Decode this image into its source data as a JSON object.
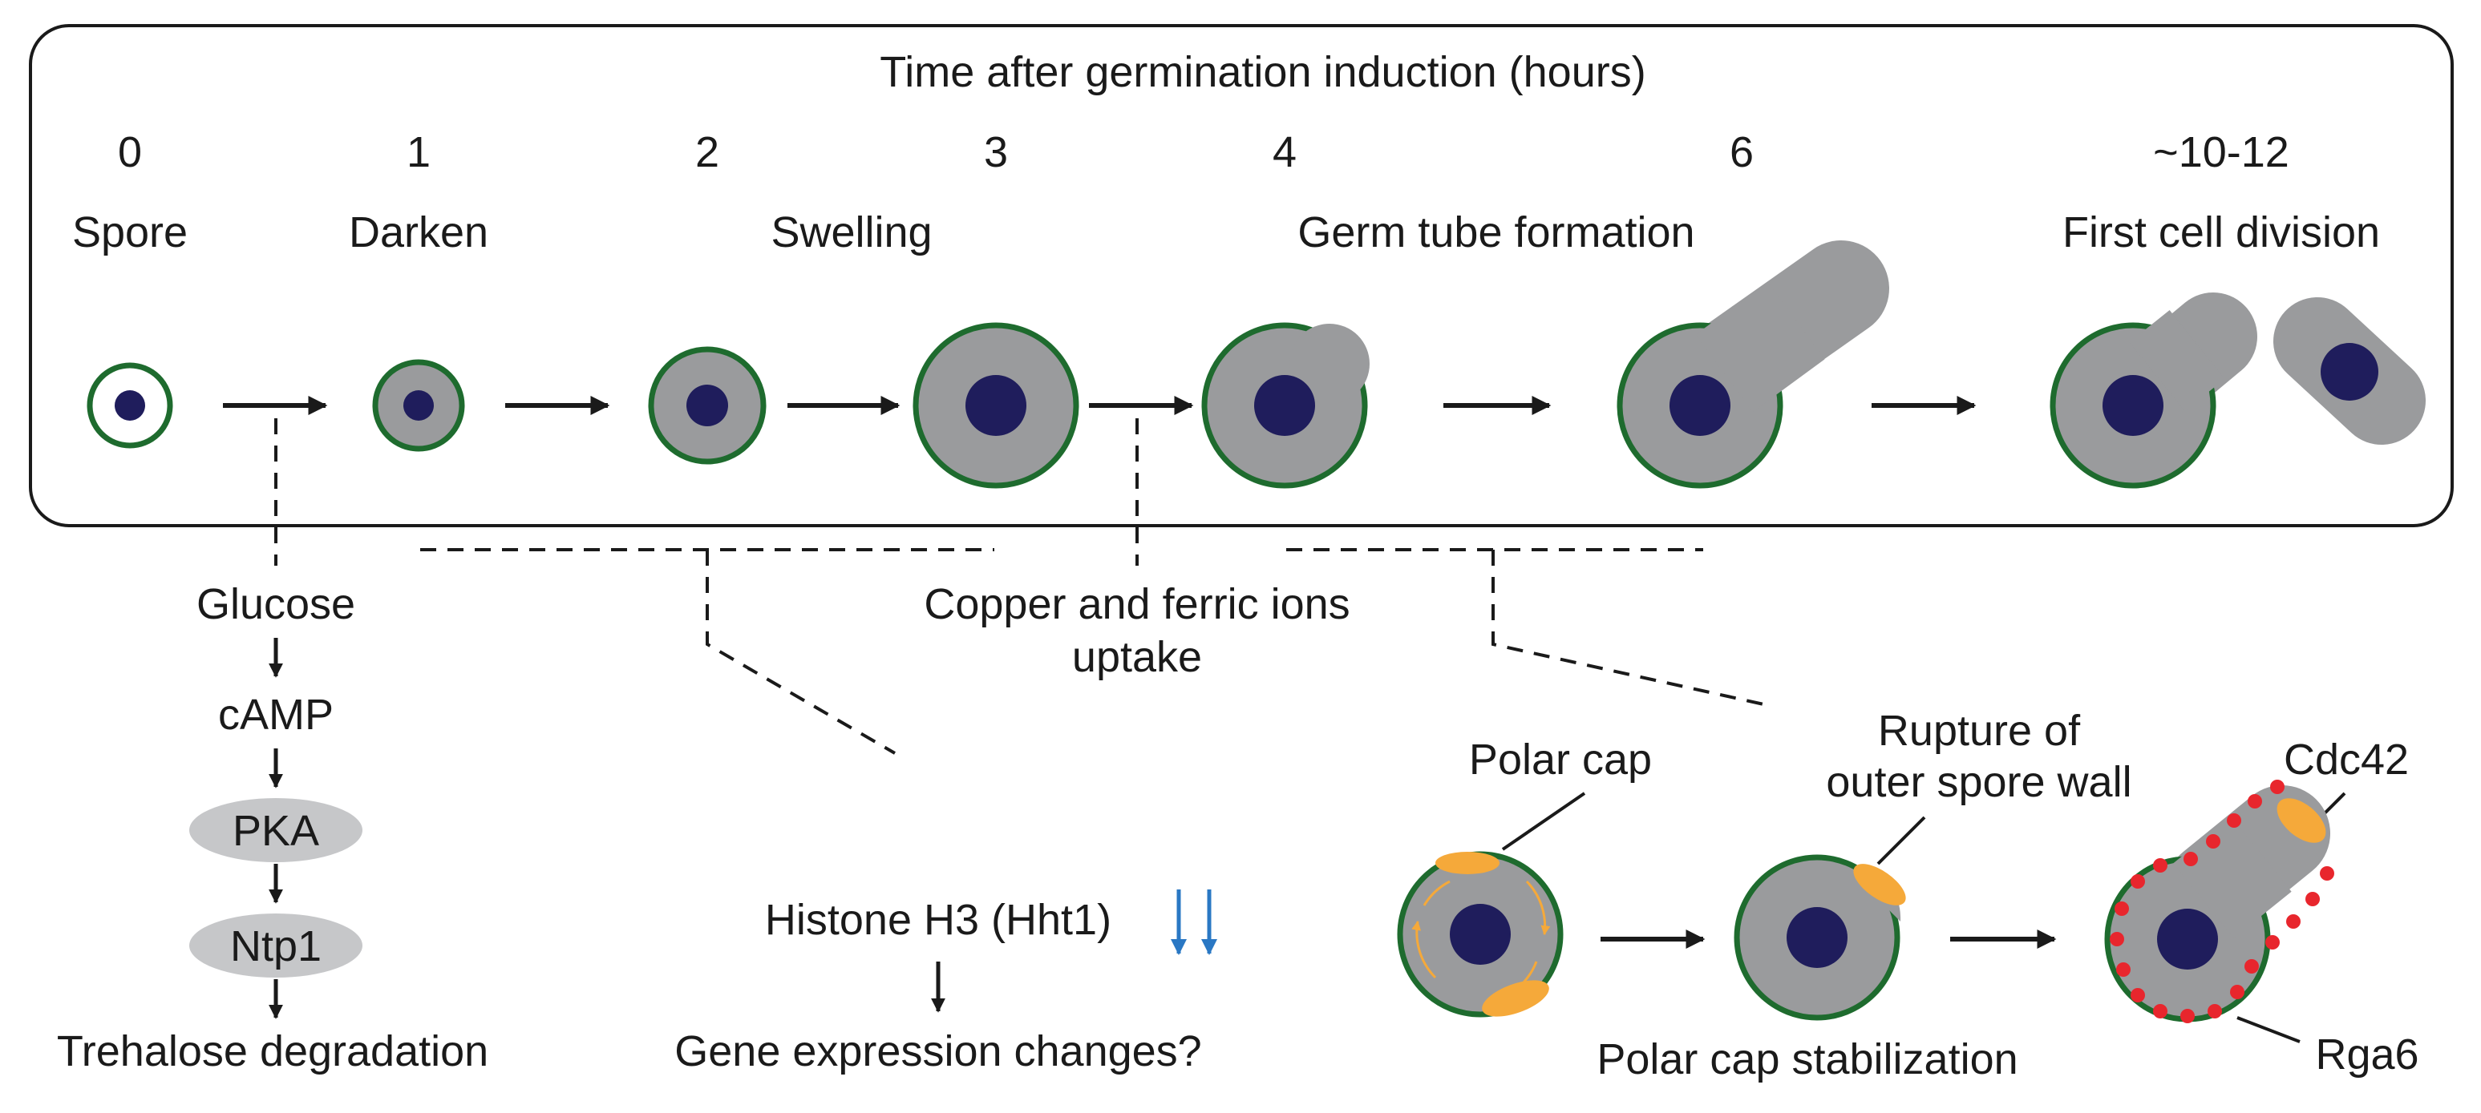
{
  "timeline": {
    "title": "Time after germination induction (hours)",
    "hours": [
      "0",
      "1",
      "2",
      "3",
      "4",
      "6",
      "~10-12"
    ],
    "stages": [
      "Spore",
      "Darken",
      "Swelling",
      "Germ tube formation",
      "First cell division"
    ]
  },
  "pathway": {
    "nodes": [
      "Glucose",
      "cAMP",
      "PKA",
      "Ntp1",
      "Trehalose degradation"
    ]
  },
  "ions": {
    "line1": "Copper and ferric ions",
    "line2": "uptake"
  },
  "histone": {
    "label": "Histone H3 (Hht1)",
    "result": "Gene expression changes?"
  },
  "polar": {
    "polar_cap": "Polar cap",
    "rupture_line1": "Rupture of",
    "rupture_line2": "outer spore wall",
    "cdc42": "Cdc42",
    "rga6": "Rga6",
    "stabilization": "Polar cap stabilization"
  },
  "colors": {
    "cell_wall": "#1e6b2e",
    "cytoplasm": "#9a9b9d",
    "nucleus": "#1f1d5c",
    "polar_cap": "#f5a93a",
    "rga6_dots": "#e8262d",
    "down_arrows": "#2a78c4",
    "oval_fill": "#c6c7c9"
  },
  "icons": {
    "histone_change": "double-down-arrow-icon"
  }
}
